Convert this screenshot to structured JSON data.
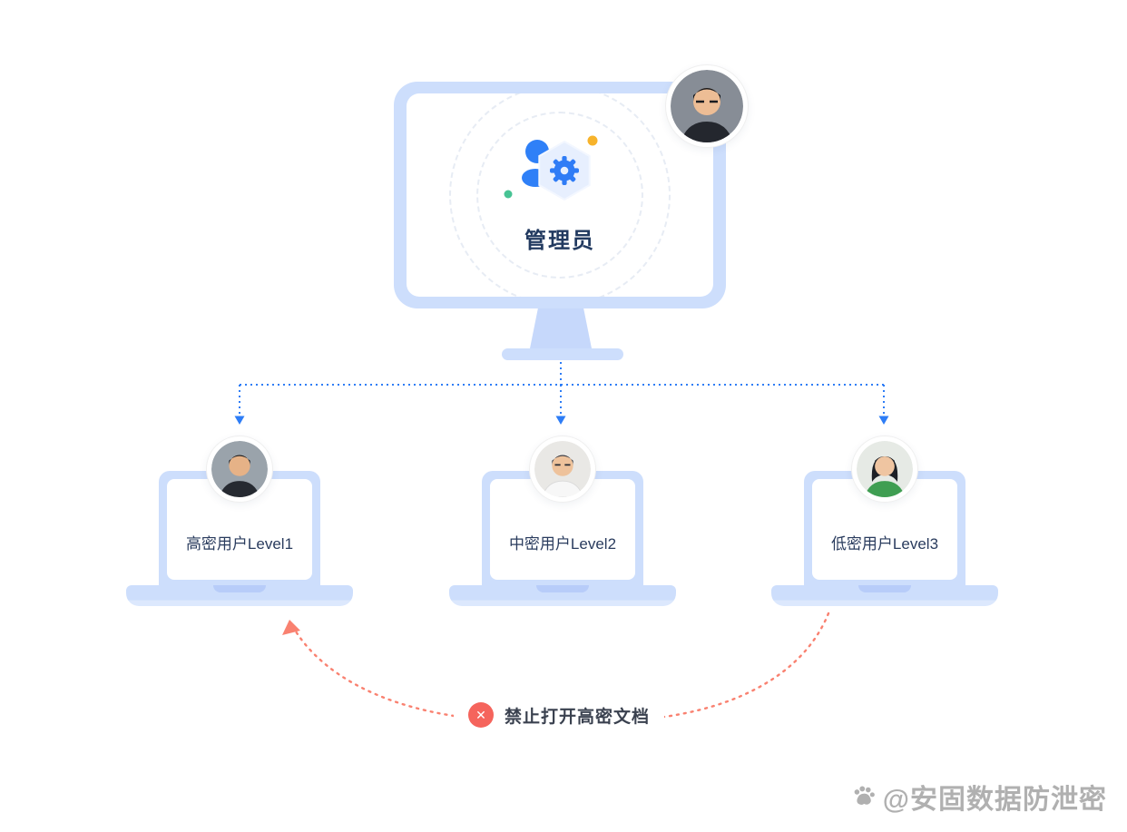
{
  "admin": {
    "label": "管理员"
  },
  "users": [
    {
      "label": "高密用户Level1"
    },
    {
      "label": "中密用户Level2"
    },
    {
      "label": "低密用户Level3"
    }
  ],
  "restriction": {
    "label": "禁止打开高密文档",
    "x_glyph": "✕"
  },
  "watermark": {
    "text": "@安固数据防泄密"
  },
  "colors": {
    "accent_blue": "#2f7cf6",
    "light_blue": "#cddefc",
    "coral": "#f98170",
    "error_red": "#f5645c",
    "orange_dot": "#f7b32b",
    "green_dot": "#47c394"
  }
}
